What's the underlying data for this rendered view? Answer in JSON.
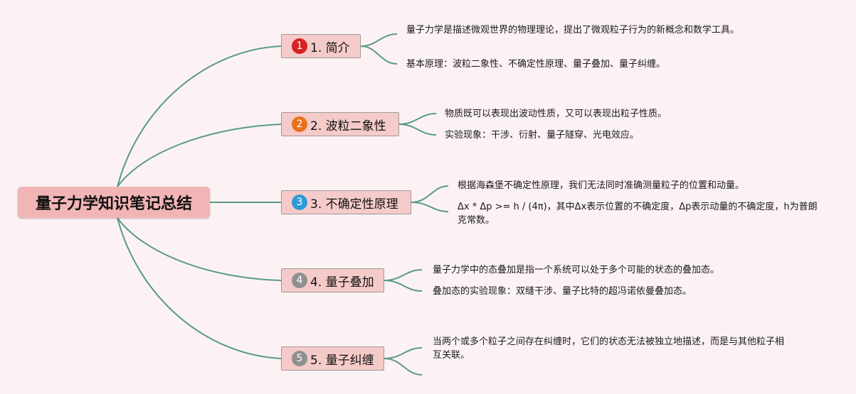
{
  "root": {
    "title": "量子力学知识笔记总结"
  },
  "topics": [
    {
      "number": "1",
      "label": "1. 简介",
      "badge_color": "#d62222",
      "notes": [
        "量子力学是描述微观世界的物理理论，提出了微观粒子行为的新概念和数学工具。",
        "基本原理：波粒二象性、不确定性原理、量子叠加、量子纠缠。"
      ]
    },
    {
      "number": "2",
      "label": "2. 波粒二象性",
      "badge_color": "#e8721c",
      "notes": [
        "物质既可以表现出波动性质，又可以表现出粒子性质。",
        "实验现象：干涉、衍射、量子隧穿、光电效应。"
      ]
    },
    {
      "number": "3",
      "label": "3. 不确定性原理",
      "badge_color": "#2f9ad9",
      "notes": [
        "根据海森堡不确定性原理，我们无法同时准确测量粒子的位置和动量。",
        "Δx * Δp >= h / (4π)，其中Δx表示位置的不确定度，Δp表示动量的不确定度，h为普朗克常数。"
      ]
    },
    {
      "number": "4",
      "label": "4. 量子叠加",
      "badge_color": "#8f8f8f",
      "notes": [
        "量子力学中的态叠加是指一个系统可以处于多个可能的状态的叠加态。",
        "叠加态的实验现象：双缝干涉、量子比特的超冯诺依曼叠加态。"
      ]
    },
    {
      "number": "5",
      "label": "5. 量子纠缠",
      "badge_color": "#8f8f8f",
      "notes": [
        "当两个或多个粒子之间存在纠缠时，它们的状态无法被独立地描述，而是与其他粒子相互关联。"
      ]
    }
  ]
}
